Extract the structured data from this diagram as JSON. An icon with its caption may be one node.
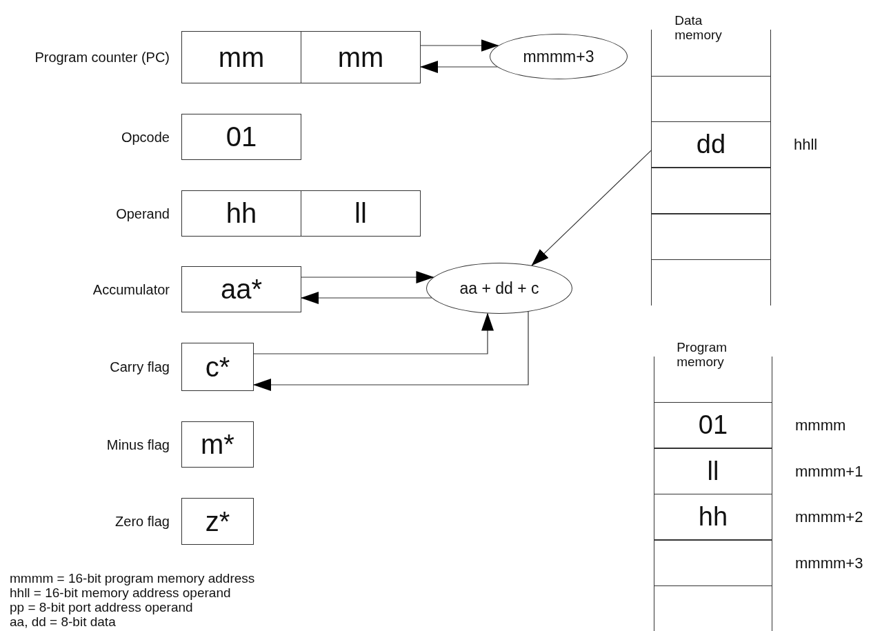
{
  "diagram": {
    "nodes": [
      {
        "text": [
          "mm",
          "mm"
        ],
        "beside": [
          "Program counter (PC)"
        ]
      },
      {
        "text": [
          "mmmm+3"
        ]
      },
      {
        "text": [
          "01"
        ],
        "beside": [
          "Opcode"
        ]
      },
      {
        "text": [
          "hh",
          "ll"
        ],
        "beside": [
          "Operand"
        ]
      },
      {
        "text": [
          "aa*"
        ],
        "beside": [
          "Accumulator"
        ]
      },
      {
        "text": [
          "aa + dd + c"
        ]
      },
      {
        "text": [
          "c*"
        ],
        "beside": [
          "Carry flag"
        ]
      },
      {
        "text": [
          "m*"
        ],
        "beside": [
          "Minus flag"
        ]
      },
      {
        "text": [
          "z*"
        ],
        "beside": [
          "Zero flag"
        ]
      },
      {
        "text": [
          "Data memory"
        ]
      },
      {
        "text": [],
        "shape": "box",
        "in": 9
      },
      {
        "text": [
          "dd"
        ],
        "beside": [
          "hhll"
        ],
        "in": 9
      },
      {
        "text": [],
        "shape": "box",
        "in": 9
      },
      {
        "text": [],
        "shape": "box",
        "in": 9
      },
      {
        "text": [
          "Program memory"
        ]
      },
      {
        "text": [
          "01"
        ],
        "beside": [
          "mmmm"
        ],
        "in": 14
      },
      {
        "text": [
          "ll"
        ],
        "beside": [
          "mmmm+1"
        ],
        "in": 14
      },
      {
        "text": [
          "hh"
        ],
        "beside": [
          "mmmm+2"
        ],
        "in": 14
      },
      {
        "text": [],
        "shape": "box",
        "beside": [
          "mmmm+3"
        ],
        "in": 14
      }
    ],
    "edges": [
      {
        "from": 0,
        "to": 1,
        "arrow": "to"
      },
      {
        "from": 1,
        "to": 0,
        "arrow": "to"
      },
      {
        "from": 11,
        "to": 5,
        "arrow": "to"
      },
      {
        "from": 4,
        "to": 5,
        "arrow": "to"
      },
      {
        "from": 5,
        "to": 4,
        "arrow": "to"
      },
      {
        "from": 6,
        "to": 5,
        "arrow": "to"
      },
      {
        "from": 5,
        "to": 6,
        "arrow": "to"
      }
    ],
    "labels": [
      "mmmm = 16-bit program memory address",
      "hhll = 16-bit memory address operand",
      "pp = 8-bit port address operand",
      "aa, dd = 8-bit data"
    ]
  }
}
